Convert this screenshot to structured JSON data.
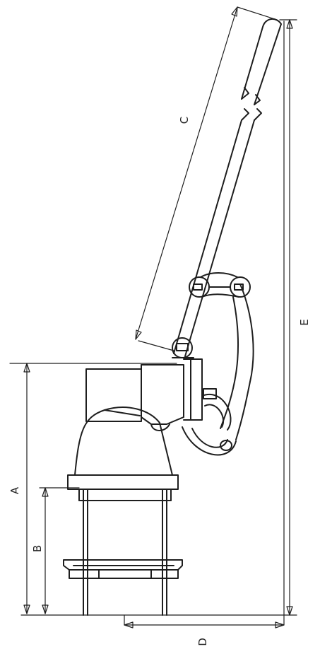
{
  "diagram": {
    "labels": {
      "a": "A",
      "b": "B",
      "c": "C",
      "d": "D",
      "e": "E"
    },
    "colors": {
      "line": "#1e1e1e",
      "background": "#ffffff"
    }
  }
}
